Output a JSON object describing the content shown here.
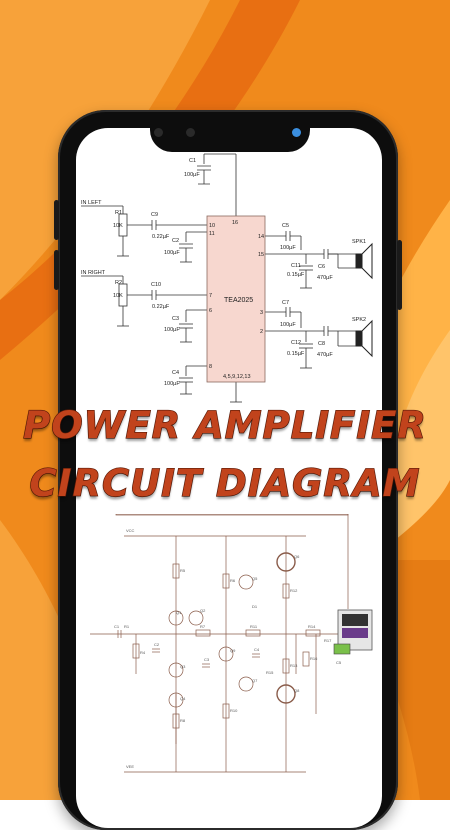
{
  "promo": {
    "headline_line1": "POWER AMPLIFIER",
    "headline_line2": "CIRCUIT DIAGRAM"
  },
  "colors": {
    "background_orange": "#f08a1c",
    "background_light": "#ffb347",
    "phone_frame": "#0d0d0d",
    "headline_fill": "#c1431c",
    "headline_stroke": "#5a1a07",
    "ic_fill": "#f7d7cf",
    "schematic_line": "#333333",
    "camera_blue": "#3b8fe0"
  },
  "schematic_top": {
    "ic_name": "TEA2025",
    "ic_bottom_pins": "4,5,9,12,13",
    "pin_16": "16",
    "pin_10": "10",
    "pin_11": "11",
    "pin_7": "7",
    "pin_6": "6",
    "pin_8": "8",
    "pin_14": "14",
    "pin_15": "15",
    "pin_3": "3",
    "pin_2": "2",
    "in_left": "IN LEFT",
    "in_right": "IN RIGHT",
    "r1_label": "R1",
    "r1_value": "10K",
    "r2_label": "R2",
    "r2_value": "10K",
    "c1_label": "C1",
    "c1_value": "100µF",
    "c9_label": "C9",
    "c9_value": "0.22µF",
    "c10_label": "C10",
    "c10_value": "0.22µF",
    "c2_label": "C2",
    "c2_value": "100µF",
    "c3_label": "C3",
    "c3_value": "100µF",
    "c4_label": "C4",
    "c4_value": "100µF",
    "c5_label": "C5",
    "c5_value": "100µF",
    "c6_label": "C6",
    "c6_value": "470µF",
    "c7_label": "C7",
    "c7_value": "100µF",
    "c8_label": "C8",
    "c8_value": "470µF",
    "c11_label": "C11",
    "c11_value": "0.15µF",
    "c12_label": "C12",
    "c12_value": "0.15µF",
    "spk1": "SPK1",
    "spk2": "SPK2"
  },
  "schematic_bottom": {
    "q1": "Q1",
    "q2": "Q2",
    "q3": "Q3",
    "q4": "Q4",
    "q5": "Q5",
    "q6": "Q6",
    "q7": "Q7",
    "q8": "Q8",
    "q9": "Q9",
    "r1": "R1",
    "r4": "R4",
    "r5": "R5",
    "r6": "R6",
    "r7": "R7",
    "r8": "R8",
    "r10": "R10",
    "r11": "R11",
    "r12": "R12",
    "r13": "R13",
    "r14": "R14",
    "r15": "R15",
    "r16": "R16",
    "r17": "R17",
    "c1": "C1",
    "c2": "C2",
    "c3": "C3",
    "c4": "C4",
    "c5": "C5",
    "d1": "D1",
    "vcc": "VCC",
    "vee": "VEE"
  }
}
